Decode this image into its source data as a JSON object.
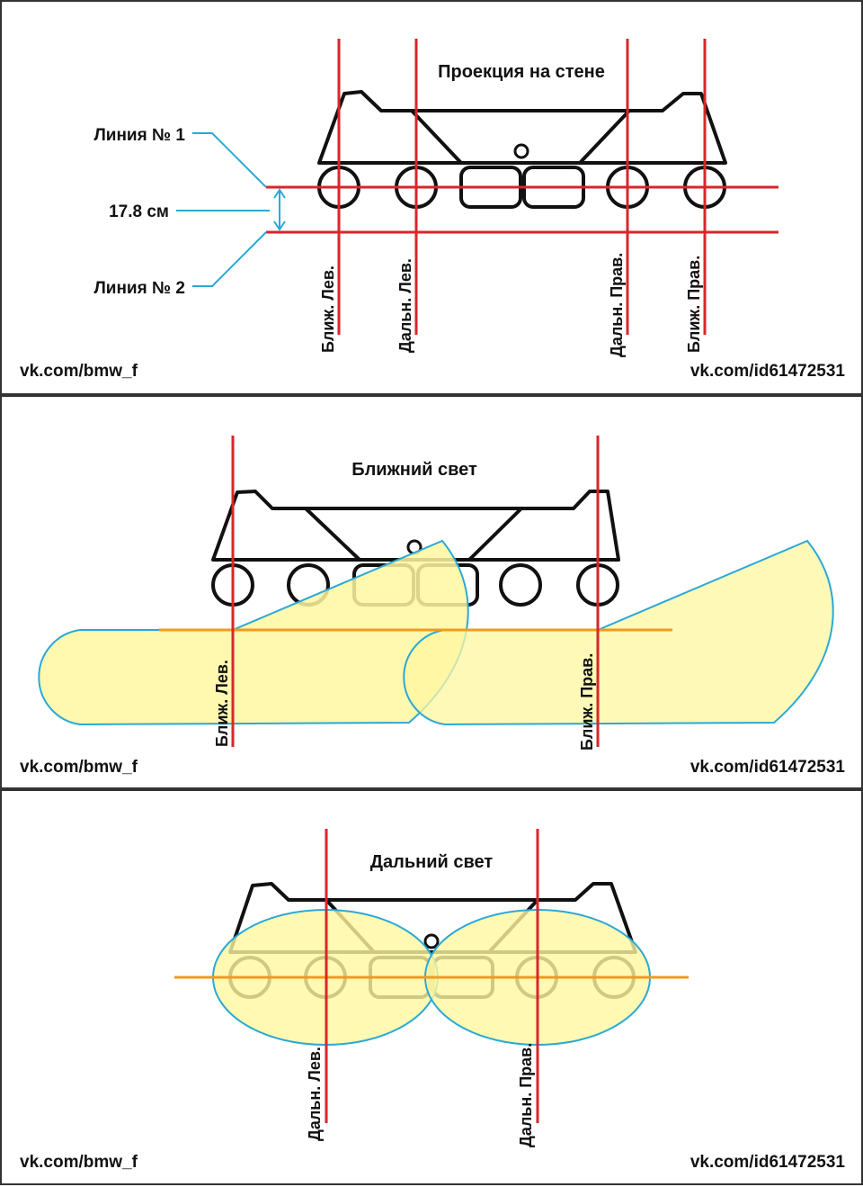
{
  "colors": {
    "red_line": "#d9262b",
    "orange_line": "#f39a1e",
    "beam_fill": "#fff7a0",
    "beam_stroke": "#2aa9d6",
    "callout": "#2aa9d6",
    "frame": "#333333",
    "car": "#111111"
  },
  "icons": [
    "car-front-outline",
    "headlight-circle",
    "grille-block",
    "beam-light-pattern"
  ],
  "panel1": {
    "title": "Проекция на стене",
    "line1_label": "Линия № 1",
    "distance_label": "17.8 см",
    "line2_label": "Линия № 2",
    "v_labels": [
      "Ближ. Лев.",
      "Дальн. Лев.",
      "Дальн. Прав.",
      "Ближ. Прав."
    ],
    "footer_left": "vk.com/bmw_f",
    "footer_right": "vk.com/id61472531"
  },
  "panel2": {
    "title": "Ближний свет",
    "v_labels": [
      "Ближ. Лев.",
      "Ближ. Прав."
    ],
    "footer_left": "vk.com/bmw_f",
    "footer_right": "vk.com/id61472531"
  },
  "panel3": {
    "title": "Дальний свет",
    "v_labels": [
      "Дальн. Лев.",
      "Дальн. Прав."
    ],
    "footer_left": "vk.com/bmw_f",
    "footer_right": "vk.com/id61472531"
  }
}
